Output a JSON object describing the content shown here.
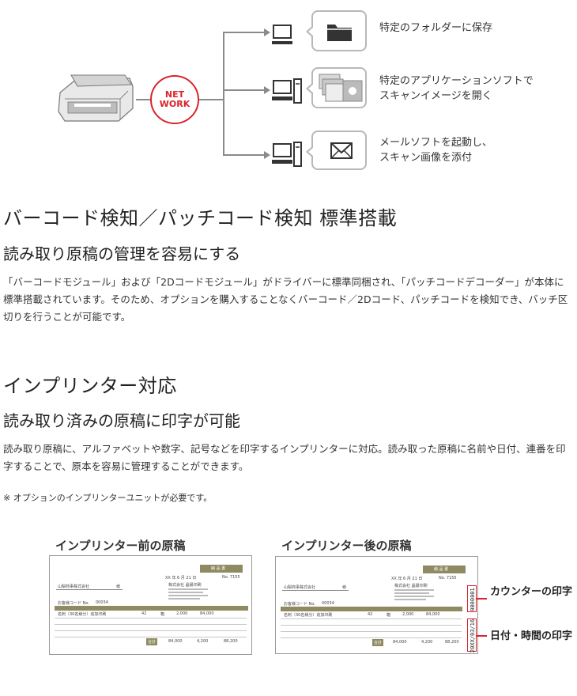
{
  "diagram": {
    "network_label_top": "NET",
    "network_label_bottom": "WORK",
    "destinations": [
      {
        "text": "特定のフォルダーに保存"
      },
      {
        "text": "特定のアプリケーションソフトで\nスキャンイメージを開く"
      },
      {
        "text": "メールソフトを起動し、\nスキャン画像を添付"
      }
    ],
    "icons": [
      "scanner-icon",
      "network-badge",
      "pc-icon",
      "folder-icon",
      "application-icon",
      "mail-icon"
    ],
    "accent_color": "#d9242b"
  },
  "section1": {
    "title": "バーコード検知／パッチコード検知 標準搭載",
    "subtitle": "読み取り原稿の管理を容易にする",
    "body": "「バーコードモジュール」および「2Dコードモジュール」がドライバーに標準同梱され、「パッチコードデコーダー」が本体に標準搭載されています。そのため、オプションを購入することなくバーコード／2Dコード、パッチコードを検知でき、バッチ区切りを行うことが可能です。"
  },
  "section2": {
    "title": "インプリンター対応",
    "subtitle": "読み取り済みの原稿に印字が可能",
    "body": "読み取り原稿に、アルファベットや数字、記号などを印字するインプリンターに対応。読み取った原稿に名前や日付、連番を印字することで、原本を容易に管理することができます。",
    "note": "※ オプションのインプリンターユニットが必要です。"
  },
  "comparison": {
    "before_title": "インプリンター前の原稿",
    "after_title": "インプリンター後の原稿",
    "invoice": {
      "header": "納 品 書",
      "date": "XX 年 6 月 21 日",
      "number": "No. 7155",
      "to_company": "山梨商事株式会社",
      "honorific": "様",
      "from_company": "株式会社 晶晨印刷",
      "code_label": "お客様コード No.",
      "code": "00034",
      "item": "名刺（30名様分）追加印刷",
      "qty": "42",
      "unit": "箱",
      "price": "2,000",
      "amount": "84,000",
      "subtotal_label": "合計",
      "subtotal": "84,000",
      "tax": "4,200",
      "total": "88,200"
    },
    "imprint_counter": "0000001",
    "imprint_datetime": "20XX/03/16",
    "callout_counter": "カウンターの印字",
    "callout_datetime": "日付・時間の印字"
  }
}
